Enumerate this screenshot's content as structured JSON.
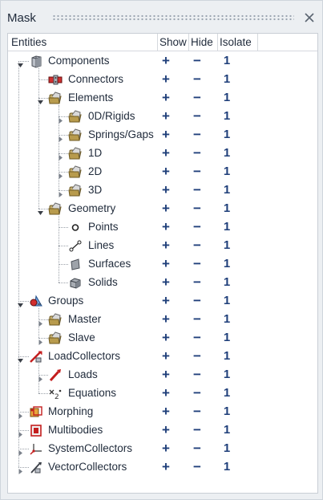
{
  "panel": {
    "title": "Mask",
    "close_icon": "close-icon"
  },
  "columns": {
    "entities": "Entities",
    "show": "Show",
    "hide": "Hide",
    "isolate": "Isolate"
  },
  "actions": {
    "show_symbol": "+",
    "hide_symbol": "−",
    "isolate_symbol": "1"
  },
  "tree": [
    {
      "label": "Components",
      "icon": "component-icon",
      "level": 0,
      "expanded": true
    },
    {
      "label": "Connectors",
      "icon": "connector-icon",
      "level": 1
    },
    {
      "label": "Elements",
      "icon": "folder-icon",
      "level": 1,
      "expanded": true
    },
    {
      "label": "0D/Rigids",
      "icon": "folder-icon",
      "level": 2,
      "collapsed": true
    },
    {
      "label": "Springs/Gaps",
      "icon": "folder-icon",
      "level": 2,
      "collapsed": true
    },
    {
      "label": "1D",
      "icon": "folder-icon",
      "level": 2,
      "collapsed": true
    },
    {
      "label": "2D",
      "icon": "folder-icon",
      "level": 2,
      "collapsed": true
    },
    {
      "label": "3D",
      "icon": "folder-icon",
      "level": 2,
      "collapsed": true
    },
    {
      "label": "Geometry",
      "icon": "folder-icon",
      "level": 1,
      "expanded": true
    },
    {
      "label": "Points",
      "icon": "point-icon",
      "level": 2
    },
    {
      "label": "Lines",
      "icon": "line-icon",
      "level": 2
    },
    {
      "label": "Surfaces",
      "icon": "surface-icon",
      "level": 2
    },
    {
      "label": "Solids",
      "icon": "solid-icon",
      "level": 2
    },
    {
      "label": "Groups",
      "icon": "group-icon",
      "level": 0,
      "expanded": true
    },
    {
      "label": "Master",
      "icon": "folder-icon",
      "level": 1,
      "collapsed": true
    },
    {
      "label": "Slave",
      "icon": "folder-icon",
      "level": 1,
      "collapsed": true
    },
    {
      "label": "LoadCollectors",
      "icon": "load-collector-icon",
      "level": 0,
      "expanded": true
    },
    {
      "label": "Loads",
      "icon": "load-icon",
      "level": 1,
      "collapsed": true
    },
    {
      "label": "Equations",
      "icon": "equation-icon",
      "level": 1
    },
    {
      "label": "Morphing",
      "icon": "morphing-icon",
      "level": 0,
      "collapsed": true
    },
    {
      "label": "Multibodies",
      "icon": "multibody-icon",
      "level": 0,
      "collapsed": true
    },
    {
      "label": "SystemCollectors",
      "icon": "system-collector-icon",
      "level": 0,
      "collapsed": true
    },
    {
      "label": "VectorCollectors",
      "icon": "vector-collector-icon",
      "level": 0,
      "collapsed": true
    }
  ],
  "colors": {
    "action": "#1f3f7a",
    "background": "#eceff2",
    "tree_line": "#9aa0a8"
  }
}
